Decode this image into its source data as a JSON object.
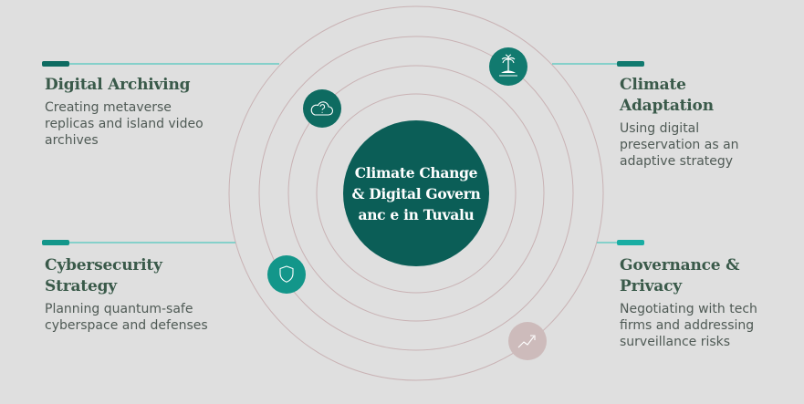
{
  "center": {
    "label": "Climate Change & Digital Governanc e in Tuvalu",
    "color": "#0b5e57"
  },
  "colors": {
    "background": "#dfdfdf",
    "ring": "#c9b2b4",
    "connector_line": "#4fc7bd",
    "heading_text": "#3a5a4a",
    "body_text": "#4f5a55"
  },
  "items": [
    {
      "id": "digital-archiving",
      "title": "Digital Archiving",
      "description": "Creating metaverse replicas and island video archives",
      "icon": "cloud-question-icon",
      "icon_color": "#0e6b61",
      "bar_color": "#0e6b61"
    },
    {
      "id": "climate-adaptation",
      "title": "Climate Adaptation",
      "description": "Using digital preservation as an adaptive strategy",
      "icon": "palm-island-icon",
      "icon_color": "#117a6f",
      "bar_color": "#117a6f"
    },
    {
      "id": "cybersecurity-strategy",
      "title": "Cybersecurity Strategy",
      "description": "Planning quantum-safe cyberspace and defenses",
      "icon": "shield-icon",
      "icon_color": "#13968a",
      "bar_color": "#13968a"
    },
    {
      "id": "governance-privacy",
      "title": "Governance & Privacy",
      "description": "Negotiating with tech firms and addressing surveillance risks",
      "icon": "trend-up-icon",
      "icon_color": "#cdbbbb",
      "bar_color": "#19ada3"
    }
  ]
}
